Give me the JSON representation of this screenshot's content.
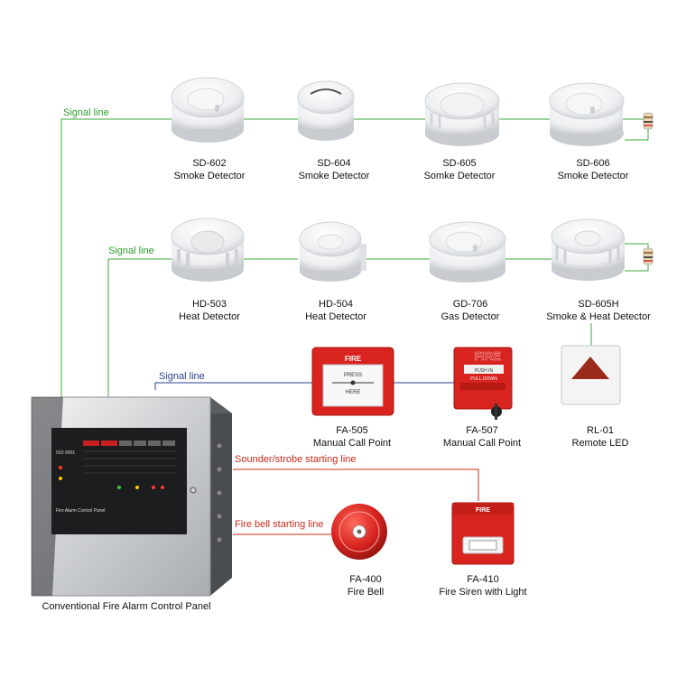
{
  "lines": {
    "signal_1": "Signal line",
    "signal_2": "Signal line",
    "signal_3": "Signal line",
    "sounder": "Sounder/strobe starting line",
    "bell": "Fire bell starting line"
  },
  "devices": [
    {
      "model": "SD-602",
      "name": "Smoke Detector"
    },
    {
      "model": "SD-604",
      "name": "Smoke Detector"
    },
    {
      "model": "SD-605",
      "name": "Somke Detector"
    },
    {
      "model": "SD-606",
      "name": "Smoke Detector"
    },
    {
      "model": "HD-503",
      "name": "Heat Detector"
    },
    {
      "model": "HD-504",
      "name": "Heat Detector"
    },
    {
      "model": "GD-706",
      "name": "Gas Detector"
    },
    {
      "model": "SD-605H",
      "name": "Smoke & Heat Detector"
    },
    {
      "model": "FA-505",
      "name": "Manual Call Point"
    },
    {
      "model": "FA-507",
      "name": "Manual Call Point"
    },
    {
      "model": "RL-01",
      "name": "Remote LED"
    },
    {
      "model": "FA-400",
      "name": "Fire Bell"
    },
    {
      "model": "FA-410",
      "name": "Fire Siren with Light"
    }
  ],
  "device_text": {
    "call_point_fire": "FIRE",
    "call_point_press": "PRESS",
    "call_point_here": "HERE",
    "pull_station_fire": "FIRE",
    "pull_station_push": "PUSH IN",
    "pull_station_pull": "PULL DOWN",
    "siren_fire": "FIRE"
  },
  "panel": {
    "caption": "Conventional Fire Alarm Control Panel",
    "iso_text": "ISO 9001",
    "name_text": "Fire Alarm Control Panel"
  },
  "colors": {
    "signal_line": "#3aa83a",
    "call_point_line": "#2b3f8f",
    "starting_line": "#cc2a1a",
    "device_red": "#d8231f"
  }
}
